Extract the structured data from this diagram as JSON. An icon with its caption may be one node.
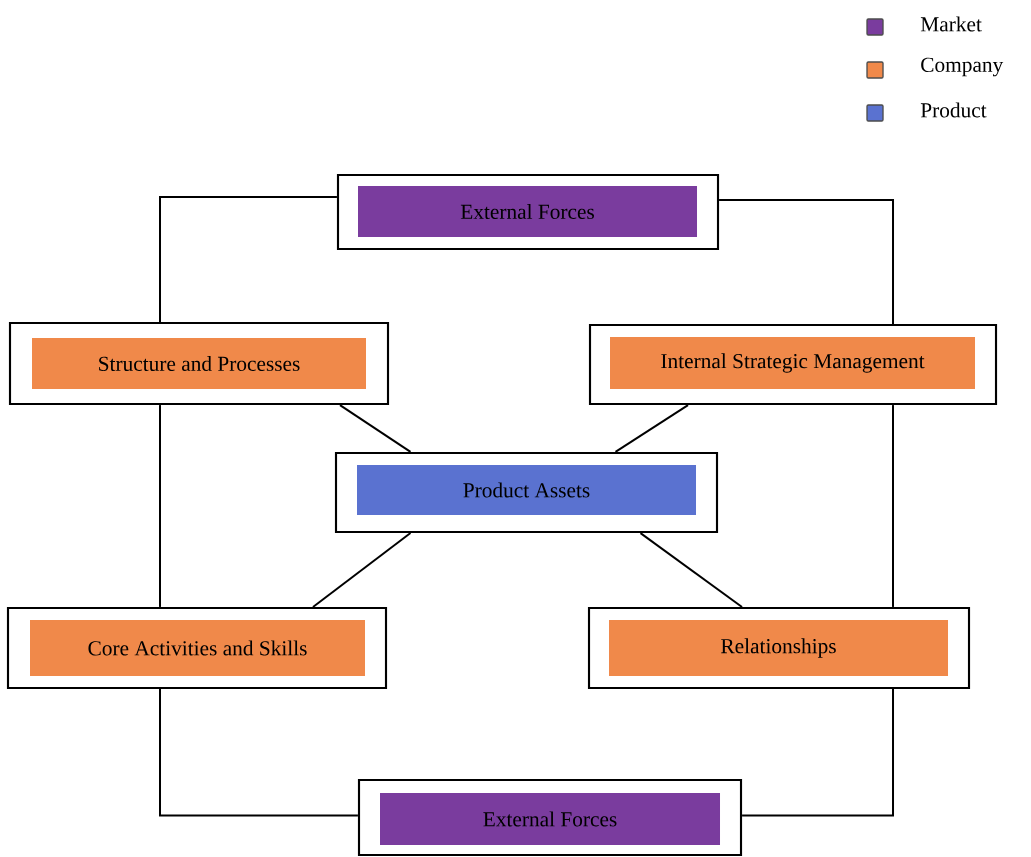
{
  "diagram": {
    "nodes": [
      {
        "text": [
          "External Forces"
        ]
      },
      {
        "text": [
          "Structure and Processes"
        ]
      },
      {
        "text": [
          "Internal Strategic Management"
        ]
      },
      {
        "text": [
          "Product Assets"
        ]
      },
      {
        "text": [
          "Core Activities and Skills"
        ]
      },
      {
        "text": [
          "Relationships"
        ]
      },
      {
        "text": [
          "External Forces"
        ]
      }
    ],
    "edges": [
      {
        "from": 0,
        "to": 1,
        "arrow": "none"
      },
      {
        "from": 0,
        "to": 2,
        "arrow": "none"
      },
      {
        "from": 1,
        "to": 3,
        "arrow": "none"
      },
      {
        "from": 2,
        "to": 3,
        "arrow": "none"
      },
      {
        "from": 1,
        "to": 4,
        "arrow": "none"
      },
      {
        "from": 2,
        "to": 5,
        "arrow": "none"
      },
      {
        "from": 3,
        "to": 4,
        "arrow": "none"
      },
      {
        "from": 3,
        "to": 5,
        "arrow": "none"
      },
      {
        "from": 4,
        "to": 6,
        "arrow": "none"
      },
      {
        "from": 5,
        "to": 6,
        "arrow": "none"
      }
    ],
    "legend": [
      {
        "text": "Market",
        "color": "#7a3c9e"
      },
      {
        "text": "Company",
        "color": "#f0894a"
      },
      {
        "text": "Product",
        "color": "#5a72d0"
      }
    ]
  }
}
